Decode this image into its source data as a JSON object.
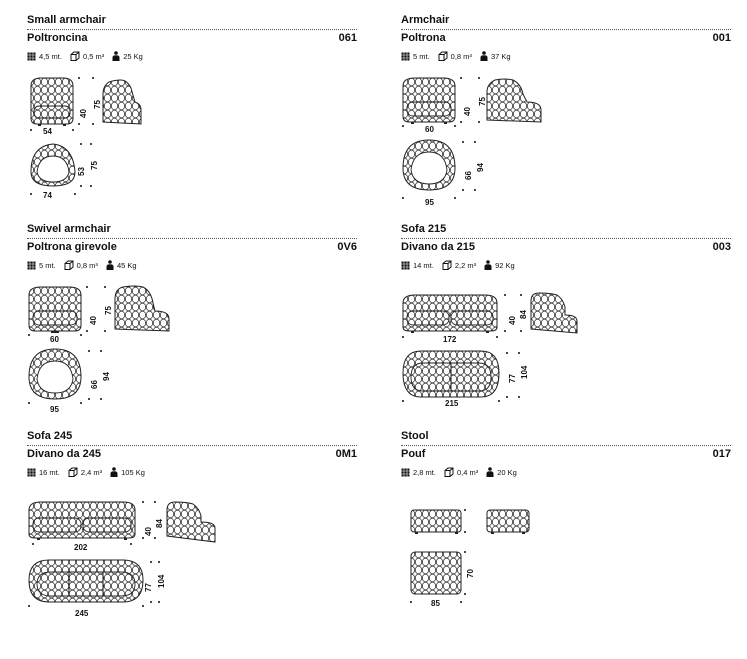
{
  "cards": [
    {
      "en": "Small armchair",
      "it": "Poltroncina",
      "code": "061",
      "fabric": "4,5 mt.",
      "volume": "0,5 m³",
      "weight": "25 Kg",
      "dims": {
        "front_w": "54",
        "front_h": "40",
        "side_h": "75",
        "top_w": "74",
        "top_d": "53",
        "top_h": "75"
      }
    },
    {
      "en": "Armchair",
      "it": "Poltrona",
      "code": "001",
      "fabric": "5 mt.",
      "volume": "0,8 m³",
      "weight": "37 Kg",
      "dims": {
        "front_w": "60",
        "front_h": "40",
        "side_h": "75",
        "top_w": "95",
        "top_d": "66",
        "top_h": "94"
      }
    },
    {
      "en": "Swivel armchair",
      "it": "Poltrona girevole",
      "code": "0V6",
      "fabric": "5 mt.",
      "volume": "0,8 m³",
      "weight": "45 Kg",
      "dims": {
        "front_w": "60",
        "front_h": "40",
        "side_h": "75",
        "top_w": "95",
        "top_d": "66",
        "top_h": "94"
      }
    },
    {
      "en": "Sofa 215",
      "it": "Divano da 215",
      "code": "003",
      "fabric": "14 mt.",
      "volume": "2,2 m³",
      "weight": "92 Kg",
      "dims": {
        "front_w": "172",
        "front_h": "40",
        "side_h": "84",
        "top_w": "215",
        "top_d": "77",
        "top_h": "104"
      }
    },
    {
      "en": "Sofa 245",
      "it": "Divano da 245",
      "code": "0M1",
      "fabric": "16 mt.",
      "volume": "2,4 m³",
      "weight": "105 Kg",
      "dims": {
        "front_w": "202",
        "front_h": "40",
        "side_h": "84",
        "top_w": "245",
        "top_d": "77",
        "top_h": "104"
      }
    },
    {
      "en": "Stool",
      "it": "Pouf",
      "code": "017",
      "fabric": "2,8 mt.",
      "volume": "0,4 m³",
      "weight": "20 Kg",
      "dims": {
        "top_w": "85",
        "top_h": "70"
      }
    }
  ]
}
